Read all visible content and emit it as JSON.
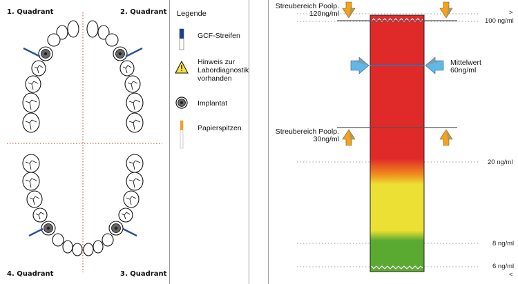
{
  "quadrants": {
    "q1": "1. Quadrant",
    "q2": "2. Quadrant",
    "q3": "3. Quadrant",
    "q4": "4. Quadrant"
  },
  "legend": {
    "title": "Legende",
    "items": [
      {
        "label": "GCF-Streifen",
        "icon": "gcf-strip-icon"
      },
      {
        "label": "Hinweis zur\nLabordiagnostik\nvorhanden",
        "icon": "warning-triangle-icon"
      },
      {
        "label": "Implantat",
        "icon": "implant-icon"
      },
      {
        "label": "Papierspitzen",
        "icon": "paper-point-icon"
      }
    ]
  },
  "scale": {
    "upper_range_label": "Streubereich Poolp.\n120ng/ml",
    "lower_range_label": "Streubereich Poolp.\n30ng/ml",
    "mean_label": "Mittelwert\n60ng/ml",
    "ticks": {
      "t100": "100 ng/ml",
      "t20": "20 ng/ml",
      "t8": "8 ng/ml",
      "t6": "6 ng/ml",
      "gt": ">",
      "lt": "<"
    },
    "colors": {
      "red": "#e02a2a",
      "orange": "#f08a1e",
      "yellow": "#ebe033",
      "green": "#5aa931",
      "mean_arrow": "#5fb8e8",
      "range_arrow": "#f3a31b"
    },
    "mean_value": 60,
    "range_upper": 120,
    "range_lower": 30
  }
}
